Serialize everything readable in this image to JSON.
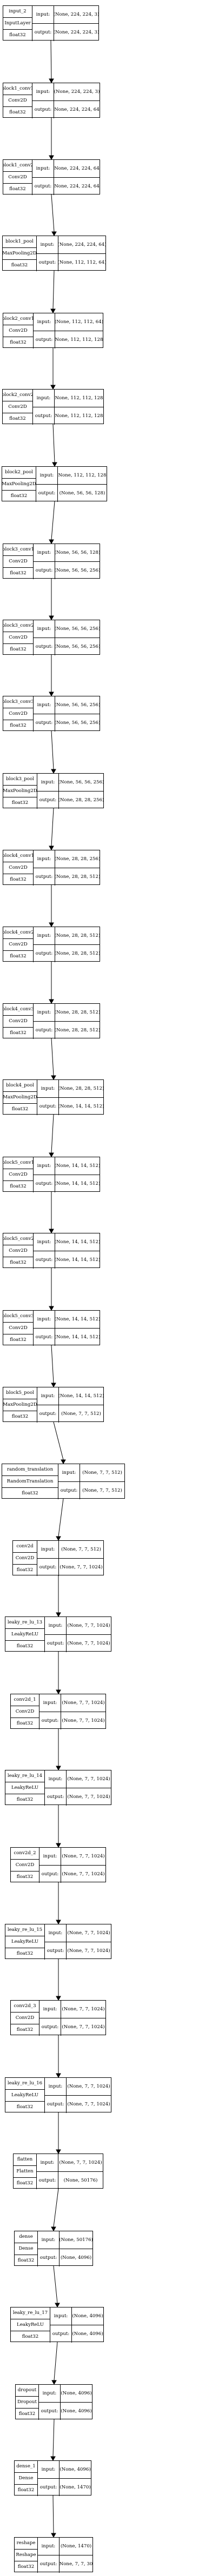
{
  "nodes": [
    {
      "name": "input_2",
      "class": "InputLayer",
      "dtype": "float32",
      "input_label": "input:",
      "output_label": "output:",
      "input": "[(None, 224, 224, 3)]",
      "output": "[(None, 224, 224, 3)]"
    },
    {
      "name": "block1_conv1",
      "class": "Conv2D",
      "dtype": "float32",
      "input_label": "input:",
      "output_label": "output:",
      "input": "(None, 224, 224, 3)",
      "output": "(None, 224, 224, 64)"
    },
    {
      "name": "block1_conv2",
      "class": "Conv2D",
      "dtype": "float32",
      "input_label": "input:",
      "output_label": "output:",
      "input": "(None, 224, 224, 64)",
      "output": "(None, 224, 224, 64)"
    },
    {
      "name": "block1_pool",
      "class": "MaxPooling2D",
      "dtype": "float32",
      "input_label": "input:",
      "output_label": "output:",
      "input": "(None, 224, 224, 64)",
      "output": "(None, 112, 112, 64)"
    },
    {
      "name": "block2_conv1",
      "class": "Conv2D",
      "dtype": "float32",
      "input_label": "input:",
      "output_label": "output:",
      "input": "(None, 112, 112, 64)",
      "output": "(None, 112, 112, 128)"
    },
    {
      "name": "block2_conv2",
      "class": "Conv2D",
      "dtype": "float32",
      "input_label": "input:",
      "output_label": "output:",
      "input": "(None, 112, 112, 128)",
      "output": "(None, 112, 112, 128)"
    },
    {
      "name": "block2_pool",
      "class": "MaxPooling2D",
      "dtype": "float32",
      "input_label": "input:",
      "output_label": "output:",
      "input": "(None, 112, 112, 128)",
      "output": "(None, 56, 56, 128)"
    },
    {
      "name": "block3_conv1",
      "class": "Conv2D",
      "dtype": "float32",
      "input_label": "input:",
      "output_label": "output:",
      "input": "(None, 56, 56, 128)",
      "output": "(None, 56, 56, 256)"
    },
    {
      "name": "block3_conv2",
      "class": "Conv2D",
      "dtype": "float32",
      "input_label": "input:",
      "output_label": "output:",
      "input": "(None, 56, 56, 256)",
      "output": "(None, 56, 56, 256)"
    },
    {
      "name": "block3_conv3",
      "class": "Conv2D",
      "dtype": "float32",
      "input_label": "input:",
      "output_label": "output:",
      "input": "(None, 56, 56, 256)",
      "output": "(None, 56, 56, 256)"
    },
    {
      "name": "block3_pool",
      "class": "MaxPooling2D",
      "dtype": "float32",
      "input_label": "input:",
      "output_label": "output:",
      "input": "(None, 56, 56, 256)",
      "output": "(None, 28, 28, 256)"
    },
    {
      "name": "block4_conv1",
      "class": "Conv2D",
      "dtype": "float32",
      "input_label": "input:",
      "output_label": "output:",
      "input": "(None, 28, 28, 256)",
      "output": "(None, 28, 28, 512)"
    },
    {
      "name": "block4_conv2",
      "class": "Conv2D",
      "dtype": "float32",
      "input_label": "input:",
      "output_label": "output:",
      "input": "(None, 28, 28, 512)",
      "output": "(None, 28, 28, 512)"
    },
    {
      "name": "block4_conv3",
      "class": "Conv2D",
      "dtype": "float32",
      "input_label": "input:",
      "output_label": "output:",
      "input": "(None, 28, 28, 512)",
      "output": "(None, 28, 28, 512)"
    },
    {
      "name": "block4_pool",
      "class": "MaxPooling2D",
      "dtype": "float32",
      "input_label": "input:",
      "output_label": "output:",
      "input": "(None, 28, 28, 512)",
      "output": "(None, 14, 14, 512)"
    },
    {
      "name": "block5_conv1",
      "class": "Conv2D",
      "dtype": "float32",
      "input_label": "input:",
      "output_label": "output:",
      "input": "(None, 14, 14, 512)",
      "output": "(None, 14, 14, 512)"
    },
    {
      "name": "block5_conv2",
      "class": "Conv2D",
      "dtype": "float32",
      "input_label": "input:",
      "output_label": "output:",
      "input": "(None, 14, 14, 512)",
      "output": "(None, 14, 14, 512)"
    },
    {
      "name": "block5_conv3",
      "class": "Conv2D",
      "dtype": "float32",
      "input_label": "input:",
      "output_label": "output:",
      "input": "(None, 14, 14, 512)",
      "output": "(None, 14, 14, 512)"
    },
    {
      "name": "block5_pool",
      "class": "MaxPooling2D",
      "dtype": "float32",
      "input_label": "input:",
      "output_label": "output:",
      "input": "(None, 14, 14, 512)",
      "output": "(None, 7, 7, 512)"
    },
    {
      "name": "random_translation",
      "class": "RandomTranslation",
      "dtype": "float32",
      "input_label": "input:",
      "output_label": "output:",
      "input": "(None, 7, 7, 512)",
      "output": "(None, 7, 7, 512)"
    },
    {
      "name": "conv2d",
      "class": "Conv2D",
      "dtype": "float32",
      "input_label": "input:",
      "output_label": "output:",
      "input": "(None, 7, 7, 512)",
      "output": "(None, 7, 7, 1024)"
    },
    {
      "name": "leaky_re_lu_13",
      "class": "LeakyReLU",
      "dtype": "float32",
      "input_label": "input:",
      "output_label": "output:",
      "input": "(None, 7, 7, 1024)",
      "output": "(None, 7, 7, 1024)"
    },
    {
      "name": "conv2d_1",
      "class": "Conv2D",
      "dtype": "float32",
      "input_label": "input:",
      "output_label": "output:",
      "input": "(None, 7, 7, 1024)",
      "output": "(None, 7, 7, 1024)"
    },
    {
      "name": "leaky_re_lu_14",
      "class": "LeakyReLU",
      "dtype": "float32",
      "input_label": "input:",
      "output_label": "output:",
      "input": "(None, 7, 7, 1024)",
      "output": "(None, 7, 7, 1024)"
    },
    {
      "name": "conv2d_2",
      "class": "Conv2D",
      "dtype": "float32",
      "input_label": "input:",
      "output_label": "output:",
      "input": "(None, 7, 7, 1024)",
      "output": "(None, 7, 7, 1024)"
    },
    {
      "name": "leaky_re_lu_15",
      "class": "LeakyReLU",
      "dtype": "float32",
      "input_label": "input:",
      "output_label": "output:",
      "input": "(None, 7, 7, 1024)",
      "output": "(None, 7, 7, 1024)"
    },
    {
      "name": "conv2d_3",
      "class": "Conv2D",
      "dtype": "float32",
      "input_label": "input:",
      "output_label": "output:",
      "input": "(None, 7, 7, 1024)",
      "output": "(None, 7, 7, 1024)"
    },
    {
      "name": "leaky_re_lu_16",
      "class": "LeakyReLU",
      "dtype": "float32",
      "input_label": "input:",
      "output_label": "output:",
      "input": "(None, 7, 7, 1024)",
      "output": "(None, 7, 7, 1024)"
    },
    {
      "name": "flatten",
      "class": "Flatten",
      "dtype": "float32",
      "input_label": "input:",
      "output_label": "output:",
      "input": "(None, 7, 7, 1024)",
      "output": "(None, 50176)"
    },
    {
      "name": "dense",
      "class": "Dense",
      "dtype": "float32",
      "input_label": "input:",
      "output_label": "output:",
      "input": "(None, 50176)",
      "output": "(None, 4096)"
    },
    {
      "name": "leaky_re_lu_17",
      "class": "LeakyReLU",
      "dtype": "float32",
      "input_label": "input:",
      "output_label": "output:",
      "input": "(None, 4096)",
      "output": "(None, 4096)"
    },
    {
      "name": "dropout",
      "class": "Dropout",
      "dtype": "float32",
      "input_label": "input:",
      "output_label": "output:",
      "input": "(None, 4096)",
      "output": "(None, 4096)"
    },
    {
      "name": "dense_1",
      "class": "Dense",
      "dtype": "float32",
      "input_label": "input:",
      "output_label": "output:",
      "input": "(None, 4096)",
      "output": "(None, 1470)"
    },
    {
      "name": "reshape",
      "class": "Reshape",
      "dtype": "float32",
      "input_label": "input:",
      "output_label": "output:",
      "input": "(None, 1470)",
      "output": "(None, 7, 7, 30)"
    }
  ]
}
